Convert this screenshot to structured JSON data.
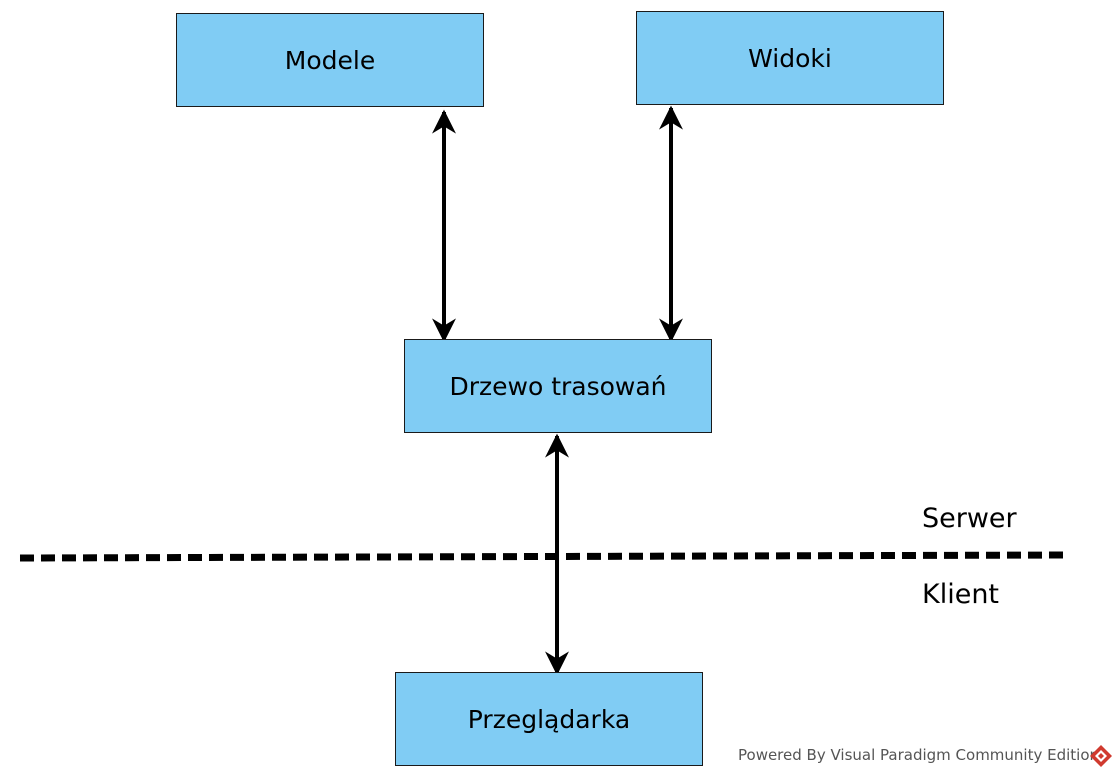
{
  "nodes": {
    "modele": "Modele",
    "widoki": "Widoki",
    "drzewo": "Drzewo trasowań",
    "przegladarka": "Przeglądarka"
  },
  "zones": {
    "server": "Serwer",
    "client": "Klient"
  },
  "watermark": "Powered By Visual Paradigm Community Edition",
  "colors": {
    "box_fill": "#80ccf4",
    "stroke": "#000000",
    "watermark_icon": "#d03a2f"
  }
}
